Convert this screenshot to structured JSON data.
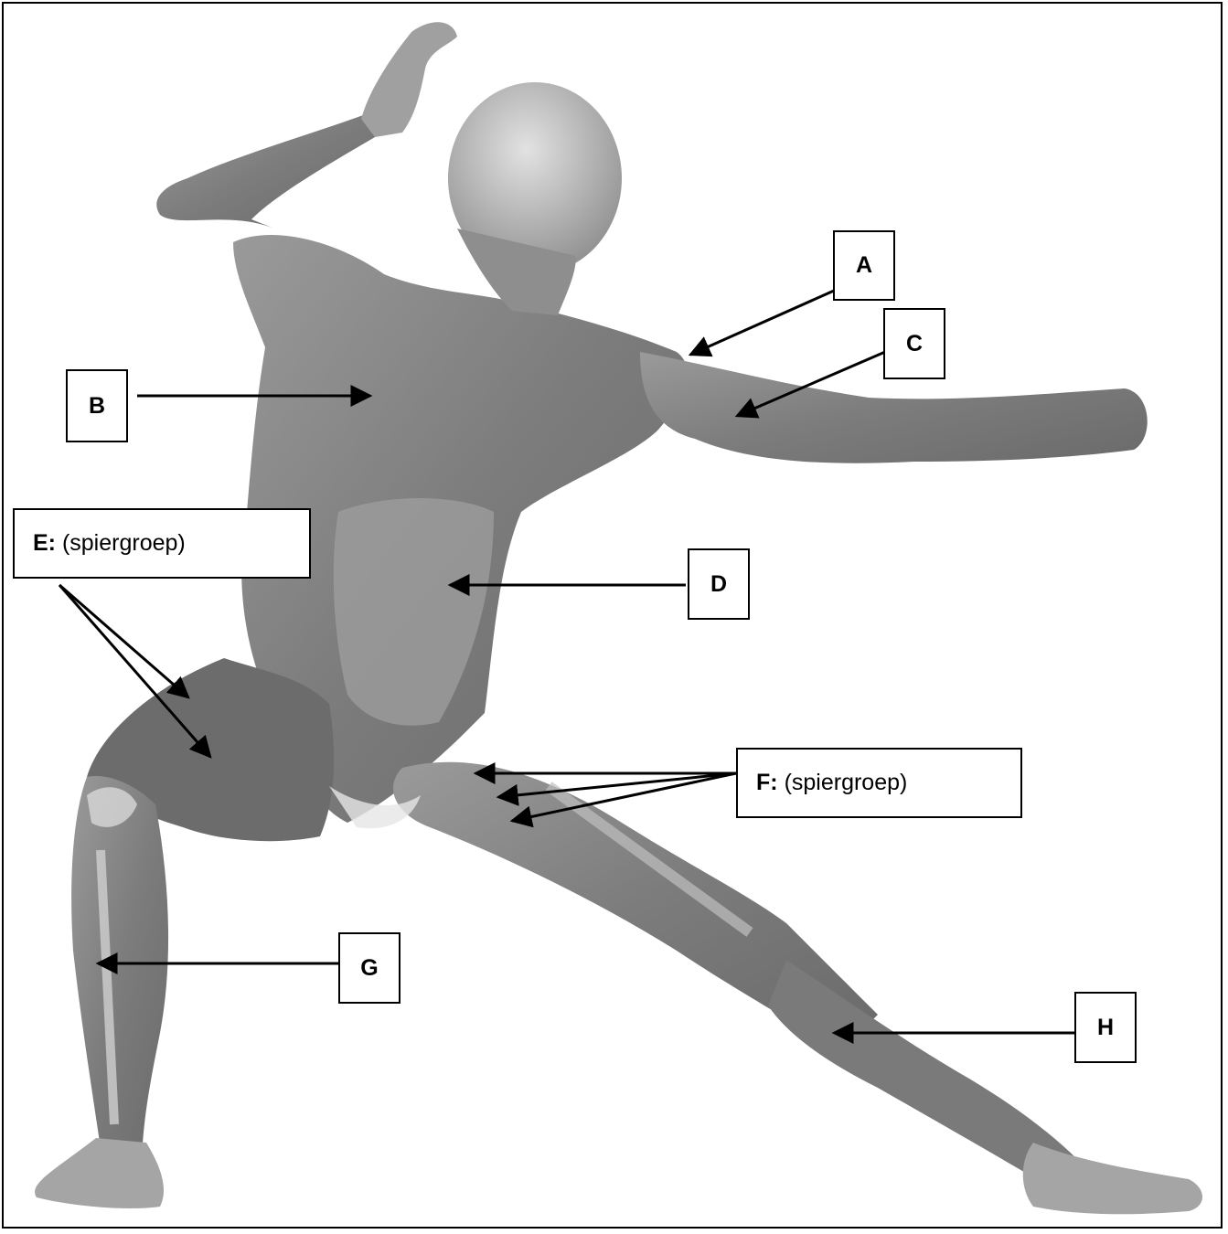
{
  "labels": {
    "A": "A",
    "B": "B",
    "C": "C",
    "D": "D",
    "G": "G",
    "H": "H"
  },
  "groups": {
    "E": {
      "letter": "E:",
      "text": "(spiergroep)"
    },
    "F": {
      "letter": "F:",
      "text": "(spiergroep)"
    }
  },
  "colors": {
    "line": "#000000",
    "muscle_dark": "#5a5a5a",
    "muscle_mid": "#8a8a8a",
    "muscle_light": "#c8c8c8",
    "tendon": "#e6e6e6"
  }
}
